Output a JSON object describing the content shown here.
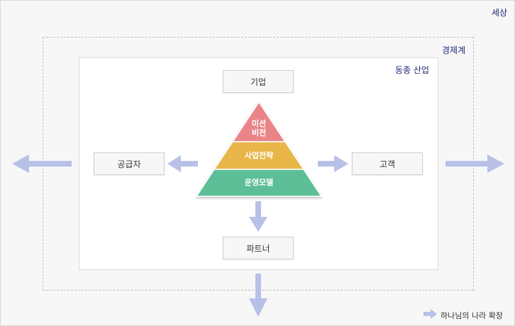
{
  "regions": {
    "world": "세상",
    "economy": "경제계",
    "industry": "동종 산업"
  },
  "nodes": {
    "company": "기업",
    "supplier": "공급자",
    "customer": "고객",
    "partner": "파트너"
  },
  "pyramid": {
    "top": "미션\n비전",
    "middle": "사업전략",
    "bottom": "운영모델"
  },
  "legend": {
    "label": "하나님의 나라 확장"
  },
  "colors": {
    "arrow": "#b7c1e8",
    "top_layer": "#e98589",
    "middle_layer": "#e8b64a",
    "bottom_layer": "#5bbf98",
    "region_text": "#1e2a78"
  }
}
